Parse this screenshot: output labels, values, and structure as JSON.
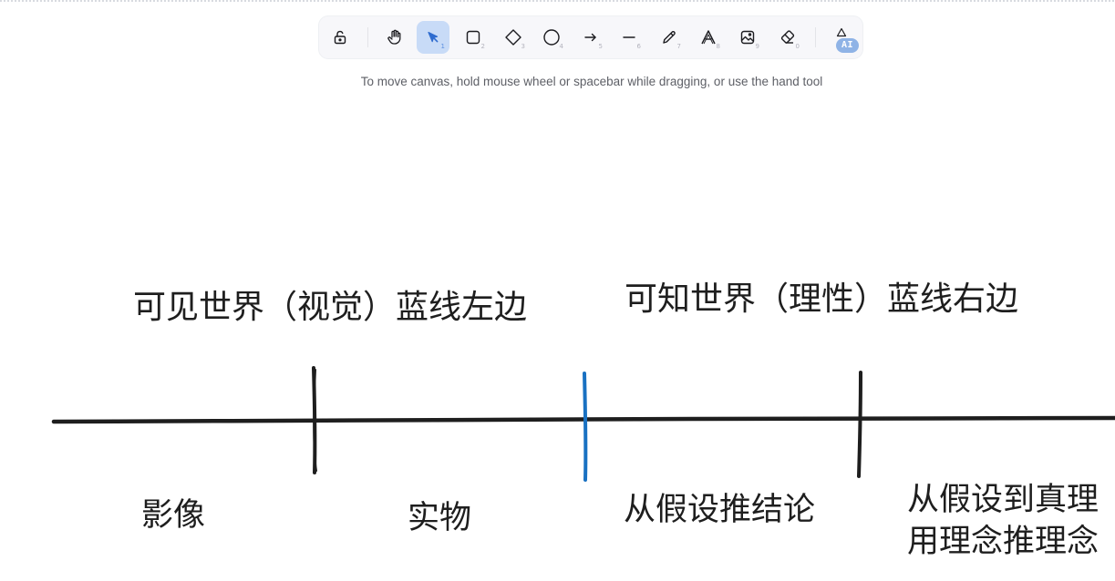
{
  "toolbar": {
    "tools": [
      {
        "name": "lock",
        "icon": "unlock-icon",
        "key": ""
      },
      {
        "name": "hand",
        "icon": "hand-icon",
        "key": ""
      },
      {
        "name": "selection",
        "icon": "pointer-icon",
        "key": "1",
        "active": true
      },
      {
        "name": "rectangle",
        "icon": "rectangle-icon",
        "key": "2"
      },
      {
        "name": "diamond",
        "icon": "diamond-icon",
        "key": "3"
      },
      {
        "name": "ellipse",
        "icon": "circle-icon",
        "key": "4"
      },
      {
        "name": "arrow",
        "icon": "arrow-icon",
        "key": "5"
      },
      {
        "name": "line",
        "icon": "line-icon",
        "key": "6"
      },
      {
        "name": "draw",
        "icon": "pencil-icon",
        "key": "7"
      },
      {
        "name": "text",
        "icon": "text-icon",
        "key": "8"
      },
      {
        "name": "image",
        "icon": "image-icon",
        "key": "9"
      },
      {
        "name": "eraser",
        "icon": "eraser-icon",
        "key": "0"
      },
      {
        "name": "more-tools",
        "icon": "shapes-icon",
        "key": ""
      }
    ],
    "ai_badge": "AI"
  },
  "hint": "To move canvas, hold mouse wheel or spacebar while dragging, or use the hand tool",
  "canvas": {
    "visible_world_label": "可见世界（视觉）蓝线左边",
    "intelligible_world_label": "可知世界（理性）蓝线右边",
    "segments": {
      "images": "影像",
      "objects": "实物",
      "hypothesis_to_conclusion": "从假设推结论",
      "hypothesis_to_truth_line1": "从假设到真理",
      "hypothesis_to_truth_line2": "用理念推理念"
    },
    "colors": {
      "ink": "#1e1e1e",
      "divider_blue": "#1971c2",
      "active_tool_bg": "#c8dbf7"
    }
  }
}
